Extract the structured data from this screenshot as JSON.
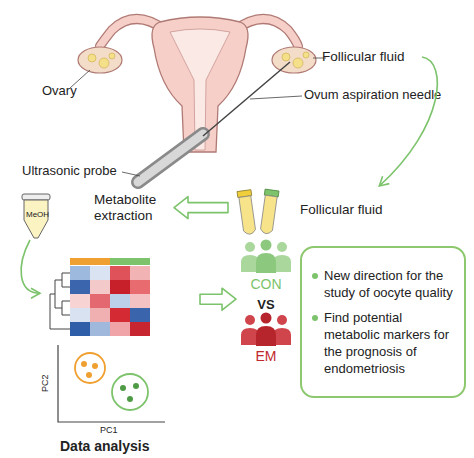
{
  "diagram": {
    "nodes": [
      {
        "text": [
          "Follicular fluid"
        ]
      },
      {
        "text": [
          "Follicular fluid"
        ]
      },
      {
        "text": [
          "Metabolite extraction"
        ]
      },
      {
        "text": [
          "Data analysis"
        ]
      },
      {
        "text": [
          "CON",
          "VS",
          "EM"
        ]
      },
      {
        "text": [
          "New direction for the study of oocyte quality",
          "Find potential metabolic markers for the prognosis of endometriosis"
        ]
      }
    ],
    "edges": [
      {
        "from": 0,
        "to": 1,
        "arrow": "to"
      },
      {
        "from": 1,
        "to": 2,
        "arrow": "to"
      },
      {
        "from": 2,
        "to": 3,
        "arrow": "to"
      },
      {
        "from": 3,
        "to": 4,
        "arrow": "to"
      }
    ],
    "labels": [
      "Ovary",
      "Ovum aspiration needle",
      "Ultrasonic probe",
      "MeOH",
      "PC2",
      "PC1"
    ]
  }
}
